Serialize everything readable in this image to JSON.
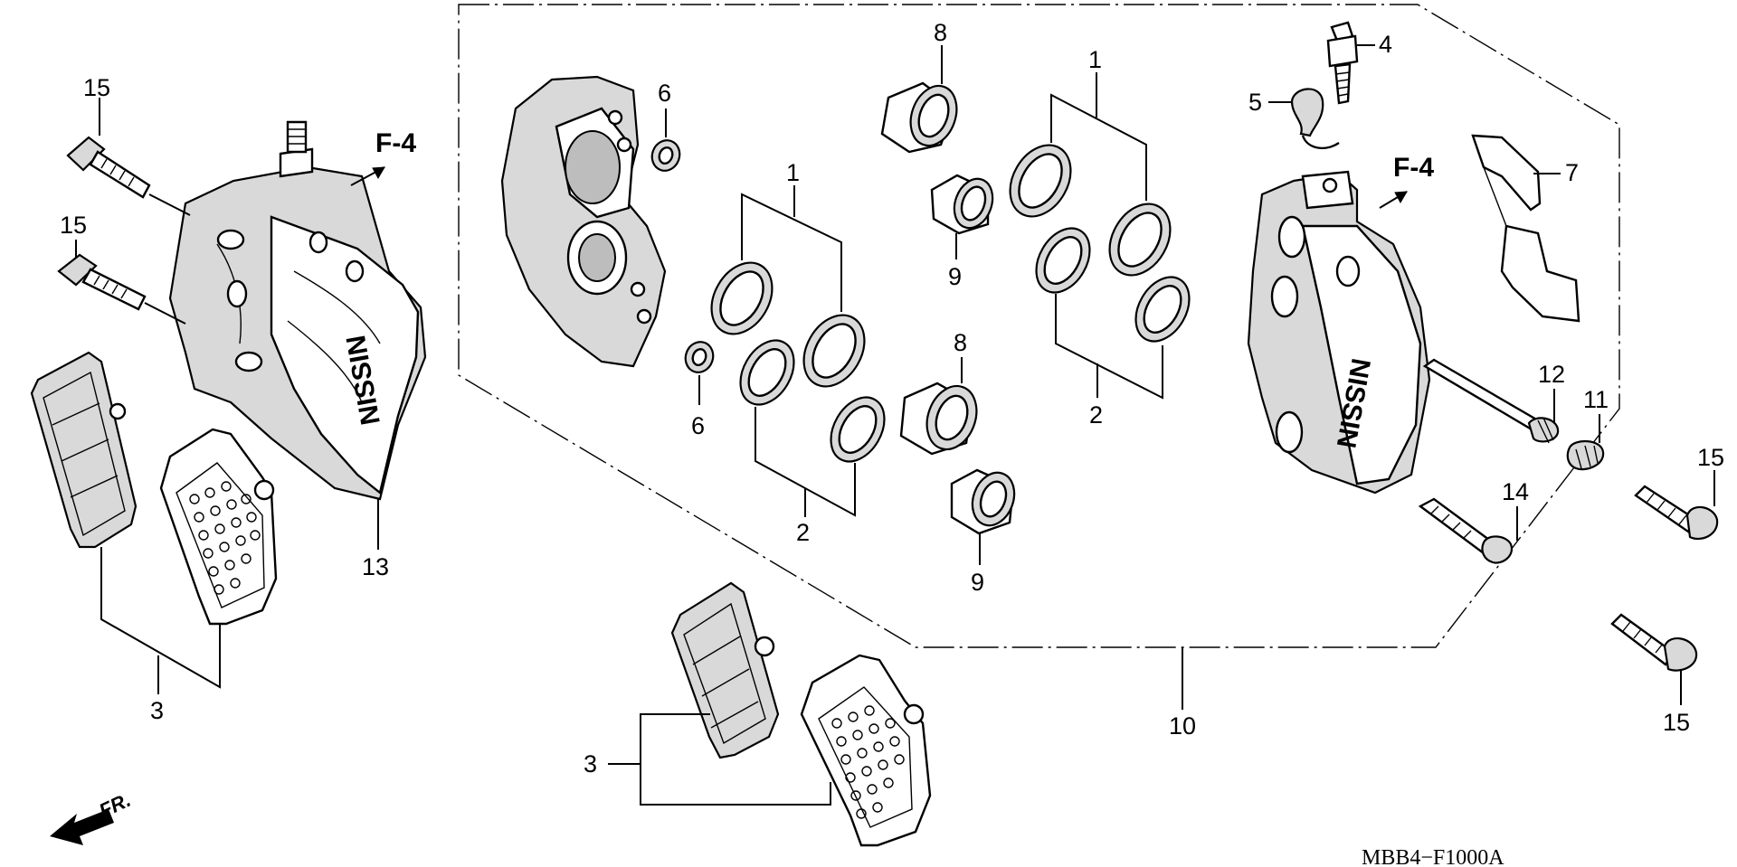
{
  "labels": {
    "n1": "1",
    "n2": "2",
    "n3": "3",
    "n4": "4",
    "n5": "5",
    "n6": "6",
    "n7": "7",
    "n8": "8",
    "n9": "9",
    "n10": "10",
    "n11": "11",
    "n12": "12",
    "n13": "13",
    "n14": "14",
    "n15": "15"
  },
  "refs": {
    "f4": "F-4",
    "front": "FR."
  },
  "caliper_brand": "NISSIN",
  "diagram_code": "MBB4−F1000A"
}
